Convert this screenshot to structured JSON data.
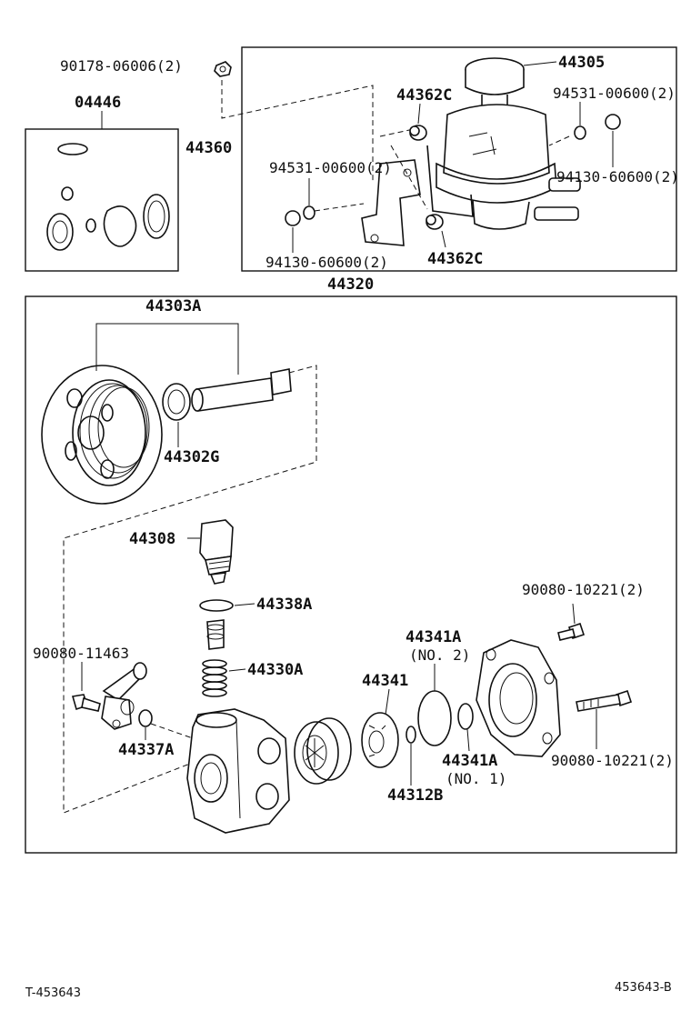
{
  "labels": {
    "p90178": "90178-06006(2)",
    "p04446": "04446",
    "p44360": "44360",
    "p44362c_a": "44362C",
    "p44362c_b": "44362C",
    "p44305": "44305",
    "p94531_a": "94531-00600(2)",
    "p94531_b": "94531-00600(2)",
    "p94130_a": "94130-60600(2)",
    "p94130_b": "94130-60600(2)",
    "p44320": "44320",
    "p44303a": "44303A",
    "p44302g": "44302G",
    "p44308": "44308",
    "p44338a": "44338A",
    "p90080_11463": "90080-11463",
    "p44330a": "44330A",
    "p44337a": "44337A",
    "p44341a_no2": "44341A",
    "no2": "(NO. 2)",
    "p44341": "44341",
    "p44341a_no1": "44341A",
    "no1": "(NO. 1)",
    "p44312b": "44312B",
    "p90080_10221_a": "90080-10221(2)",
    "p90080_10221_b": "90080-10221(2)"
  },
  "footer": {
    "left_code": "T-453643",
    "right_code": "453643-B"
  }
}
